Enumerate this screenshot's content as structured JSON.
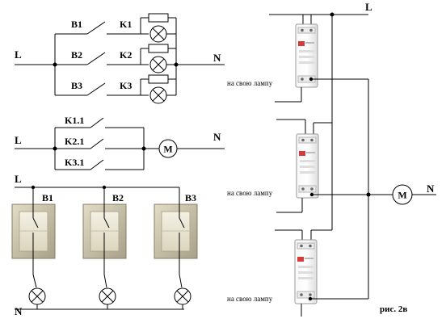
{
  "diagram1": {
    "line_label": "L",
    "neutral_label": "N",
    "switch_labels": [
      "B1",
      "B2",
      "B3"
    ],
    "relay_labels": [
      "K1",
      "K2",
      "K3"
    ]
  },
  "diagram2": {
    "line_label": "L",
    "neutral_label": "N",
    "contact_labels": [
      "K1.1",
      "K2.1",
      "K3.1"
    ],
    "motor_label": "M"
  },
  "diagram3": {
    "line_label": "L",
    "neutral_label": "N",
    "switch_labels": [
      "B1",
      "B2",
      "B3"
    ]
  },
  "diagram4": {
    "line_label": "L",
    "neutral_label": "N",
    "motor_label": "M",
    "lamp_label": "на свою лампу",
    "figure_caption": "рис. 2в"
  }
}
